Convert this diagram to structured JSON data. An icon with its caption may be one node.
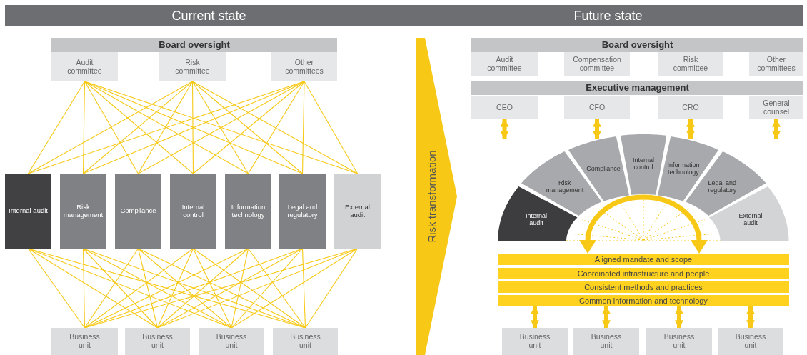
{
  "diagram": {
    "nodes": [
      {
        "text": [
          "Current state"
        ]
      },
      {
        "text": [
          "Future state"
        ]
      },
      {
        "text": [
          "Board oversight"
        ]
      },
      {
        "text": [
          "Audit committee"
        ]
      },
      {
        "text": [
          "Risk committee"
        ]
      },
      {
        "text": [
          "Other committees"
        ]
      },
      {
        "text": [
          "Internal audit"
        ]
      },
      {
        "text": [
          "Risk management"
        ]
      },
      {
        "text": [
          "Compliance"
        ]
      },
      {
        "text": [
          "Internal control"
        ]
      },
      {
        "text": [
          "Information technology"
        ]
      },
      {
        "text": [
          "Legal and regulatory"
        ]
      },
      {
        "text": [
          "External audit"
        ]
      },
      {
        "text": [
          "Business unit"
        ]
      },
      {
        "text": [
          "Business unit"
        ]
      },
      {
        "text": [
          "Business unit"
        ]
      },
      {
        "text": [
          "Business unit"
        ]
      },
      {
        "text": [
          "Risk transformation"
        ]
      },
      {
        "text": [
          "Board oversight"
        ]
      },
      {
        "text": [
          "Audit committee"
        ]
      },
      {
        "text": [
          "Compensation committee"
        ]
      },
      {
        "text": [
          "Risk committee"
        ]
      },
      {
        "text": [
          "Other committees"
        ]
      },
      {
        "text": [
          "Executive management"
        ]
      },
      {
        "text": [
          "CEO"
        ]
      },
      {
        "text": [
          "CFO"
        ]
      },
      {
        "text": [
          "CRO"
        ]
      },
      {
        "text": [
          "General counsel"
        ]
      },
      {
        "text": [
          "Internal audit"
        ]
      },
      {
        "text": [
          "Risk management"
        ]
      },
      {
        "text": [
          "Compliance"
        ]
      },
      {
        "text": [
          "Internal control"
        ]
      },
      {
        "text": [
          "Information technology"
        ]
      },
      {
        "text": [
          "Legal and regulatory"
        ]
      },
      {
        "text": [
          "External audit"
        ]
      },
      {
        "text": [
          "Aligned mandate and scope"
        ]
      },
      {
        "text": [
          "Coordinated infrastructure and people"
        ]
      },
      {
        "text": [
          "Consistent methods and practices"
        ]
      },
      {
        "text": [
          "Common information and technology"
        ]
      },
      {
        "text": [
          "Business unit"
        ]
      },
      {
        "text": [
          "Business unit"
        ]
      },
      {
        "text": [
          "Business unit"
        ]
      },
      {
        "text": [
          "Business unit"
        ]
      }
    ],
    "edges": [
      {
        "from": 3,
        "to": 6,
        "arrow": "none"
      },
      {
        "from": 3,
        "to": 7,
        "arrow": "none"
      },
      {
        "from": 3,
        "to": 8,
        "arrow": "none"
      },
      {
        "from": 3,
        "to": 9,
        "arrow": "none"
      },
      {
        "from": 3,
        "to": 10,
        "arrow": "none"
      },
      {
        "from": 3,
        "to": 11,
        "arrow": "none"
      },
      {
        "from": 3,
        "to": 12,
        "arrow": "none"
      },
      {
        "from": 4,
        "to": 6,
        "arrow": "none"
      },
      {
        "from": 4,
        "to": 7,
        "arrow": "none"
      },
      {
        "from": 4,
        "to": 8,
        "arrow": "none"
      },
      {
        "from": 4,
        "to": 9,
        "arrow": "none"
      },
      {
        "from": 4,
        "to": 10,
        "arrow": "none"
      },
      {
        "from": 4,
        "to": 11,
        "arrow": "none"
      },
      {
        "from": 4,
        "to": 12,
        "arrow": "none"
      },
      {
        "from": 5,
        "to": 6,
        "arrow": "none"
      },
      {
        "from": 5,
        "to": 7,
        "arrow": "none"
      },
      {
        "from": 5,
        "to": 8,
        "arrow": "none"
      },
      {
        "from": 5,
        "to": 9,
        "arrow": "none"
      },
      {
        "from": 5,
        "to": 10,
        "arrow": "none"
      },
      {
        "from": 5,
        "to": 11,
        "arrow": "none"
      },
      {
        "from": 5,
        "to": 12,
        "arrow": "none"
      },
      {
        "from": 6,
        "to": 13,
        "arrow": "none"
      },
      {
        "from": 6,
        "to": 14,
        "arrow": "none"
      },
      {
        "from": 6,
        "to": 15,
        "arrow": "none"
      },
      {
        "from": 6,
        "to": 16,
        "arrow": "none"
      },
      {
        "from": 7,
        "to": 13,
        "arrow": "none"
      },
      {
        "from": 7,
        "to": 14,
        "arrow": "none"
      },
      {
        "from": 7,
        "to": 15,
        "arrow": "none"
      },
      {
        "from": 7,
        "to": 16,
        "arrow": "none"
      },
      {
        "from": 8,
        "to": 13,
        "arrow": "none"
      },
      {
        "from": 8,
        "to": 14,
        "arrow": "none"
      },
      {
        "from": 8,
        "to": 15,
        "arrow": "none"
      },
      {
        "from": 8,
        "to": 16,
        "arrow": "none"
      },
      {
        "from": 9,
        "to": 13,
        "arrow": "none"
      },
      {
        "from": 9,
        "to": 14,
        "arrow": "none"
      },
      {
        "from": 9,
        "to": 15,
        "arrow": "none"
      },
      {
        "from": 9,
        "to": 16,
        "arrow": "none"
      },
      {
        "from": 10,
        "to": 13,
        "arrow": "none"
      },
      {
        "from": 10,
        "to": 14,
        "arrow": "none"
      },
      {
        "from": 10,
        "to": 15,
        "arrow": "none"
      },
      {
        "from": 10,
        "to": 16,
        "arrow": "none"
      },
      {
        "from": 11,
        "to": 13,
        "arrow": "none"
      },
      {
        "from": 11,
        "to": 14,
        "arrow": "none"
      },
      {
        "from": 11,
        "to": 15,
        "arrow": "none"
      },
      {
        "from": 11,
        "to": 16,
        "arrow": "none"
      },
      {
        "from": 12,
        "to": 13,
        "arrow": "none"
      },
      {
        "from": 12,
        "to": 14,
        "arrow": "none"
      },
      {
        "from": 12,
        "to": 15,
        "arrow": "none"
      },
      {
        "from": 12,
        "to": 16,
        "arrow": "none"
      },
      {
        "from": 24,
        "to": null,
        "arrow": "both",
        "style": "thick"
      },
      {
        "from": 25,
        "to": null,
        "arrow": "both",
        "style": "thick"
      },
      {
        "from": 26,
        "to": null,
        "arrow": "both",
        "style": "thick"
      },
      {
        "from": 27,
        "to": null,
        "arrow": "both",
        "style": "thick"
      },
      {
        "from": 35,
        "to": 35,
        "arrow": "both",
        "style": "thick"
      },
      {
        "from": 38,
        "to": 39,
        "arrow": "both",
        "style": "thick"
      },
      {
        "from": 38,
        "to": 40,
        "arrow": "both",
        "style": "thick"
      },
      {
        "from": 38,
        "to": 41,
        "arrow": "both",
        "style": "thick"
      },
      {
        "from": 38,
        "to": 42,
        "arrow": "both",
        "style": "thick"
      }
    ]
  }
}
